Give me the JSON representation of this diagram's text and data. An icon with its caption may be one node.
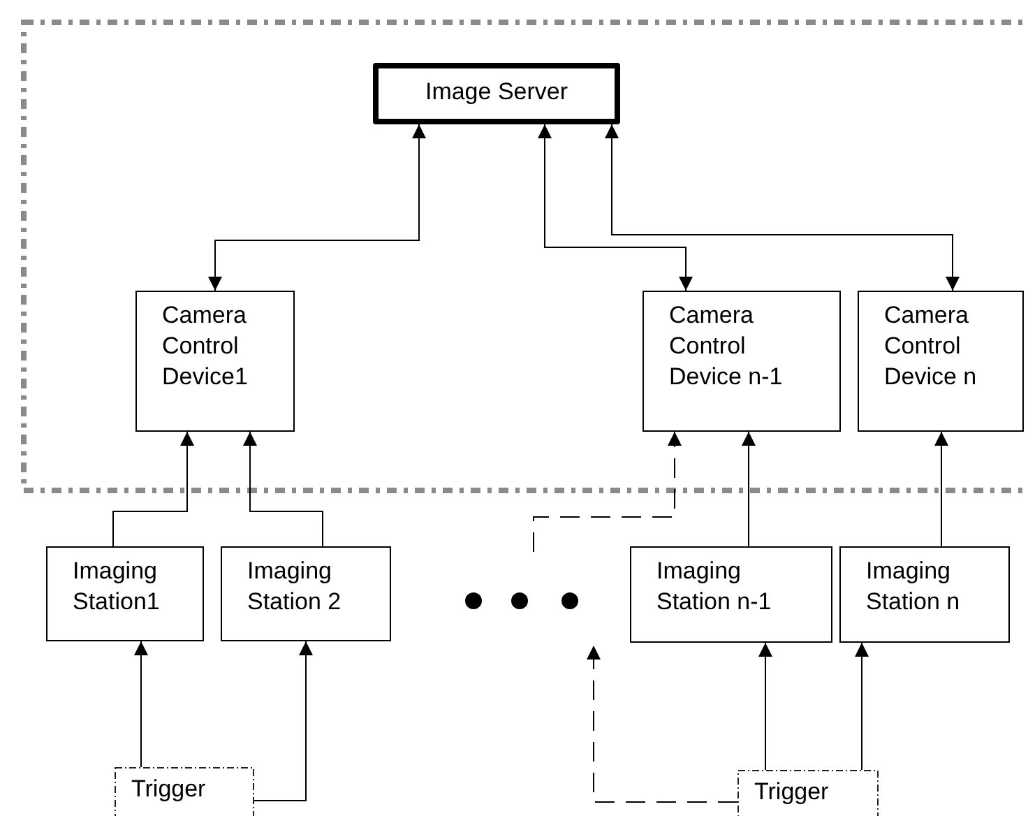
{
  "diagram": {
    "nodes": [
      {
        "text": [],
        "shape": "box"
      },
      {
        "text": [
          "Image Server"
        ],
        "in": 0
      },
      {
        "text": [
          "Camera Control Device1"
        ],
        "in": 0
      },
      {
        "text": [
          "Camera Control Device n-1"
        ],
        "in": 0
      },
      {
        "text": [
          "Camera Control Device n"
        ],
        "in": 0
      },
      {
        "text": [
          "Imaging Station1"
        ]
      },
      {
        "text": [
          "Imaging Station 2"
        ]
      },
      {
        "text": [
          "Imaging Station n-1"
        ]
      },
      {
        "text": [
          "Imaging Station n"
        ]
      },
      {
        "text": [
          "Trigger"
        ]
      },
      {
        "text": [
          "Trigger"
        ]
      }
    ],
    "edges": [
      {
        "from": 1,
        "to": 2,
        "arrow": "both"
      },
      {
        "from": 1,
        "to": 3,
        "arrow": "both"
      },
      {
        "from": 1,
        "to": 4,
        "arrow": "both"
      },
      {
        "from": 5,
        "to": 2,
        "arrow": "to"
      },
      {
        "from": 6,
        "to": 2,
        "arrow": "to"
      },
      {
        "from": 7,
        "to": 3,
        "arrow": "to"
      },
      {
        "from": 8,
        "to": 4,
        "arrow": "to"
      },
      {
        "from": 9,
        "to": 5,
        "arrow": "to"
      },
      {
        "from": 9,
        "to": 6,
        "arrow": "to"
      },
      {
        "from": 10,
        "to": 7,
        "arrow": "to"
      },
      {
        "from": 10,
        "to": 8,
        "arrow": "to"
      },
      {
        "from": null,
        "to": 3,
        "arrow": "to",
        "style": "dashed"
      },
      {
        "from": 10,
        "to": null,
        "arrow": "to",
        "style": "dashed"
      }
    ]
  }
}
